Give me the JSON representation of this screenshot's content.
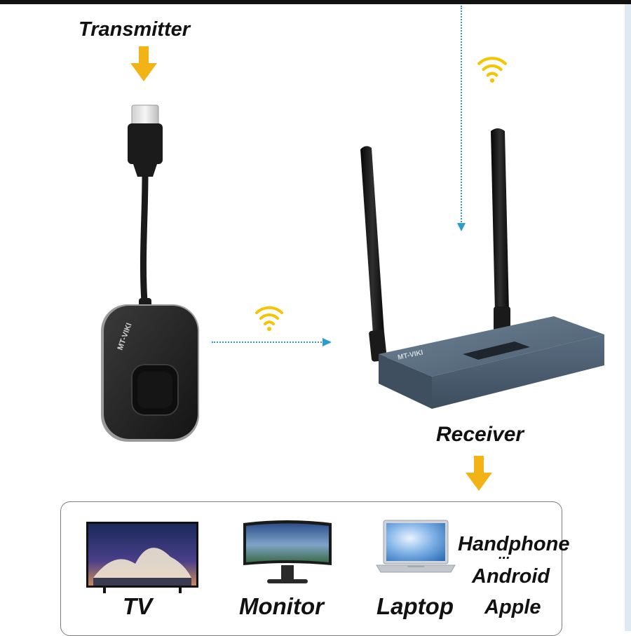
{
  "labels": {
    "transmitter": "Transmitter",
    "receiver": "Receiver"
  },
  "devices": {
    "tv": "TV",
    "monitor": "Monitor",
    "laptop": "Laptop",
    "phone_title": "Handphone",
    "phone_dots": "...",
    "phone_android": "Android",
    "phone_apple": "Apple"
  },
  "brand": {
    "logo_text": "MT-VIKI"
  },
  "colors": {
    "arrow": "#f2b317",
    "wifi": "#f6c400",
    "signal_line": "#2a9ec9",
    "receiver_body": "#4f6377",
    "transmitter_body": "#2a2a2a"
  },
  "icons": [
    "down-arrow-icon",
    "wifi-icon",
    "tv-icon",
    "monitor-icon",
    "laptop-icon"
  ]
}
